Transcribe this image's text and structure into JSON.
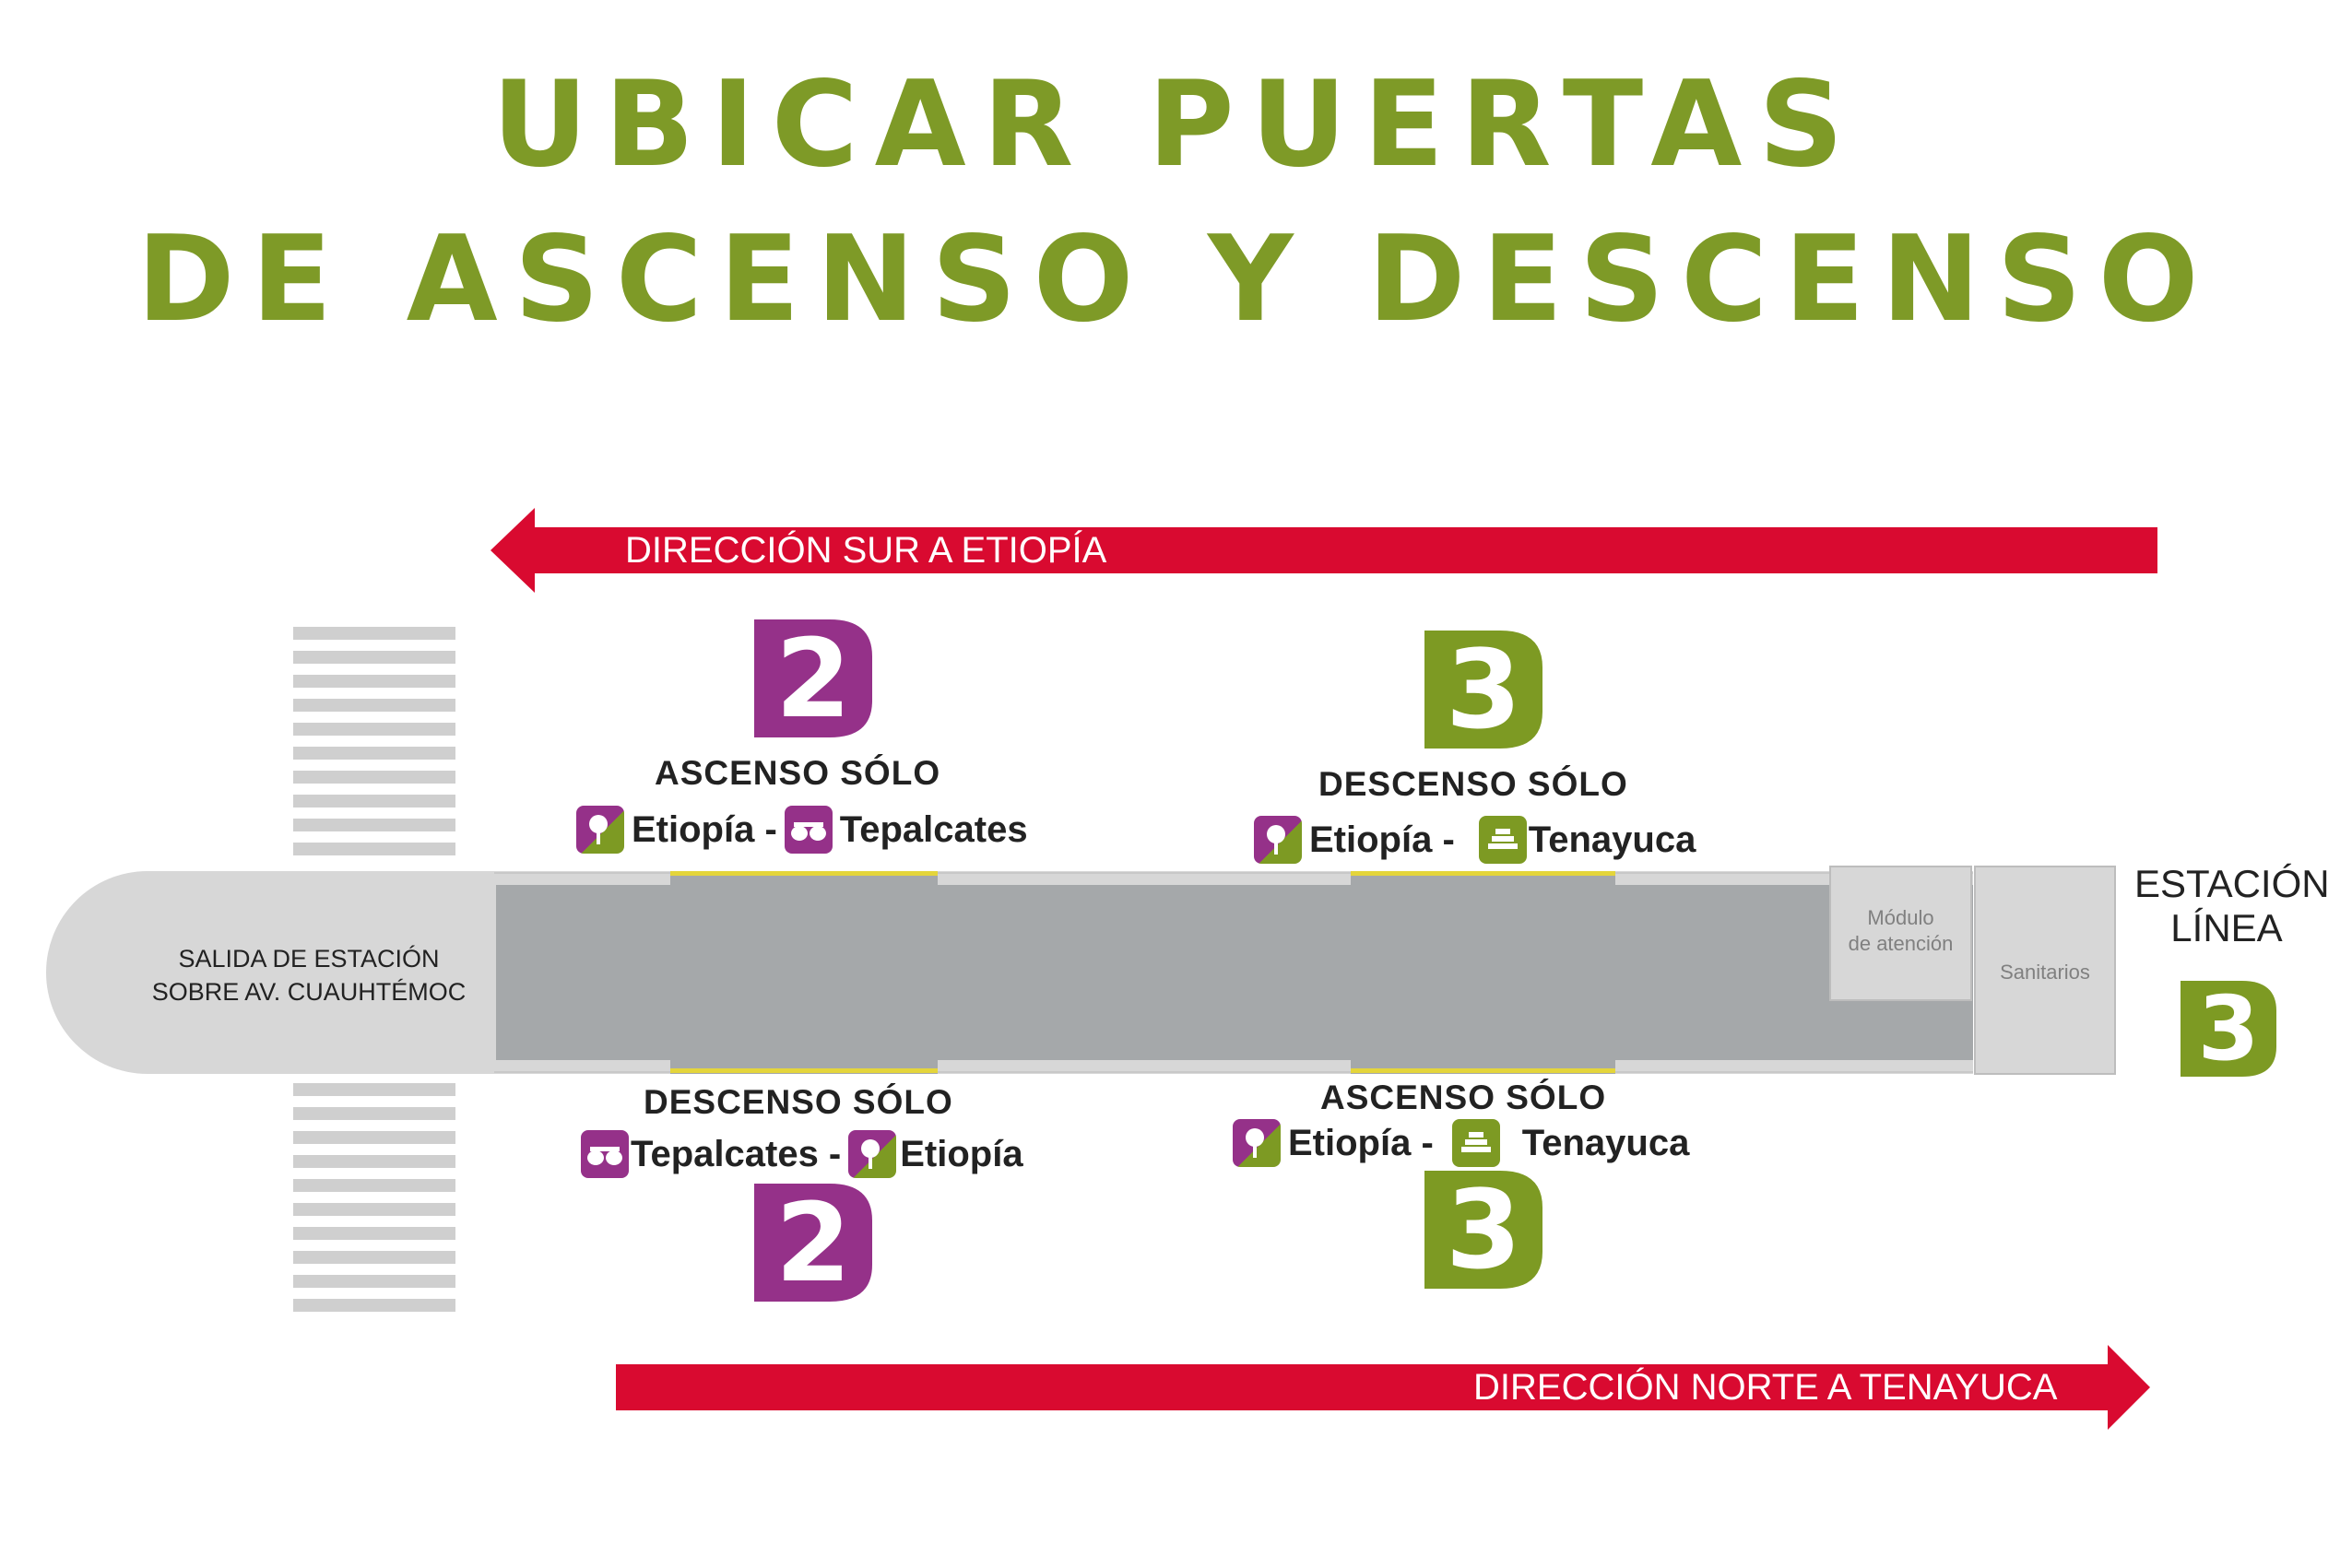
{
  "title": {
    "line1": "UBICAR PUERTAS",
    "line2": "DE ASCENSO Y DESCENSO"
  },
  "colors": {
    "title_green": "#7e9a27",
    "line3_green": "#7d9a23",
    "line2_purple": "#953189",
    "arrow_red": "#d90a30",
    "platform_dark": "#a5a8aa",
    "platform_light": "#d7d7d7",
    "door_yellow": "#e4d53b"
  },
  "arrows": {
    "south": "DIRECCIÓN SUR A ETIOPÍA",
    "north": "DIRECCIÓN NORTE A TENAYUCA"
  },
  "badges": {
    "line2": "2",
    "line3": "3"
  },
  "doors": {
    "top_left": {
      "heading": "ASCENSO SÓLO",
      "from": "Etiopía -",
      "to": "Tepalcates",
      "from_icon": "etiopia-icon",
      "to_icon": "tepalcates-icon"
    },
    "top_right": {
      "heading": "DESCENSO SÓLO",
      "from": "Etiopía -",
      "to": "Tenayuca",
      "from_icon": "etiopia-icon",
      "to_icon": "tenayuca-icon"
    },
    "bottom_left": {
      "heading": "DESCENSO SÓLO",
      "from": "Tepalcates -",
      "to": "Etiopía",
      "from_icon": "tepalcates-icon",
      "to_icon": "etiopia-icon"
    },
    "bottom_right": {
      "heading": "ASCENSO SÓLO",
      "from": "Etiopía -",
      "to": "Tenayuca",
      "from_icon": "etiopia-icon",
      "to_icon": "tenayuca-icon"
    }
  },
  "exit": {
    "line1": "SALIDA DE ESTACIÓN",
    "line2": "SOBRE AV. CUAUHTÉMOC"
  },
  "modulo": {
    "line1": "Módulo",
    "line2": "de atención"
  },
  "sanitarios": "Sanitarios",
  "station": {
    "line1": "ESTACIÓN",
    "line2": "LÍNEA",
    "number": "3"
  }
}
